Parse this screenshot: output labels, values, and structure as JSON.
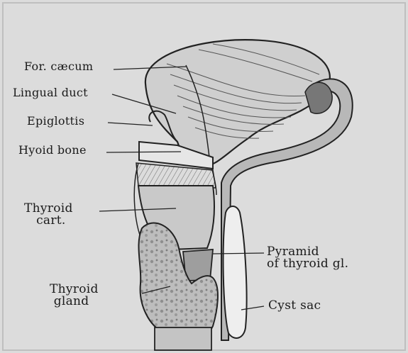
{
  "figure": {
    "labels": {
      "for_caecum": "For. cæcum",
      "lingual_duct": "Lingual duct",
      "epiglottis": "Epiglottis",
      "hyoid_bone": "Hyoid bone",
      "thyroid_cart": "Thyroid\n   cart.",
      "pyramid": "Pyramid\nof thyroid gl.",
      "thyroid_gland": "Thyroid\n gland",
      "cyst_sac": "Cyst sac"
    }
  }
}
